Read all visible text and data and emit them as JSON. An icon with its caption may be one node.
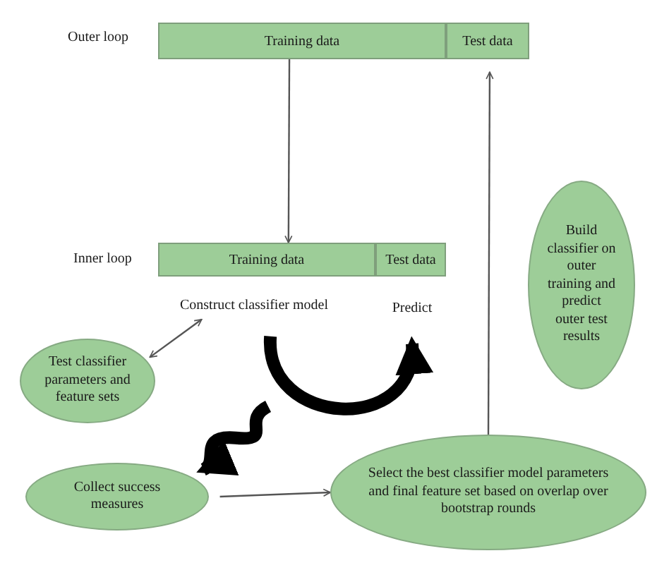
{
  "diagram": {
    "nodes": [
      {
        "text": [
          "Training data"
        ]
      },
      {
        "text": [
          "Test data"
        ]
      },
      {
        "text": [
          "Training data"
        ]
      },
      {
        "text": [
          "Test data"
        ]
      },
      {
        "text": [
          "Construct classifier model"
        ]
      },
      {
        "text": [
          "Predict"
        ]
      },
      {
        "text": [
          "Test classifier parameters and feature sets"
        ]
      },
      {
        "text": [
          "Collect success measures"
        ]
      },
      {
        "text": [
          "Select the best classifier model parameters and final feature set based on overlap over bootstrap rounds"
        ]
      },
      {
        "text": [
          "Build classifier on outer training and predict outer test results"
        ]
      }
    ],
    "edges": [
      {
        "from": 0,
        "to": 2,
        "arrow": "to"
      },
      {
        "from": 6,
        "to": 4,
        "arrow": "both"
      },
      {
        "from": 4,
        "to": 5,
        "arrow": "to",
        "style": "thick",
        "color": "#000000"
      },
      {
        "from": null,
        "to": 7,
        "arrow": "to",
        "style": "thick",
        "color": "#000000"
      },
      {
        "from": 7,
        "to": 8,
        "arrow": "to"
      },
      {
        "from": 8,
        "to": 1,
        "arrow": "to"
      }
    ],
    "labels": [
      "Outer loop",
      "Inner loop"
    ]
  }
}
